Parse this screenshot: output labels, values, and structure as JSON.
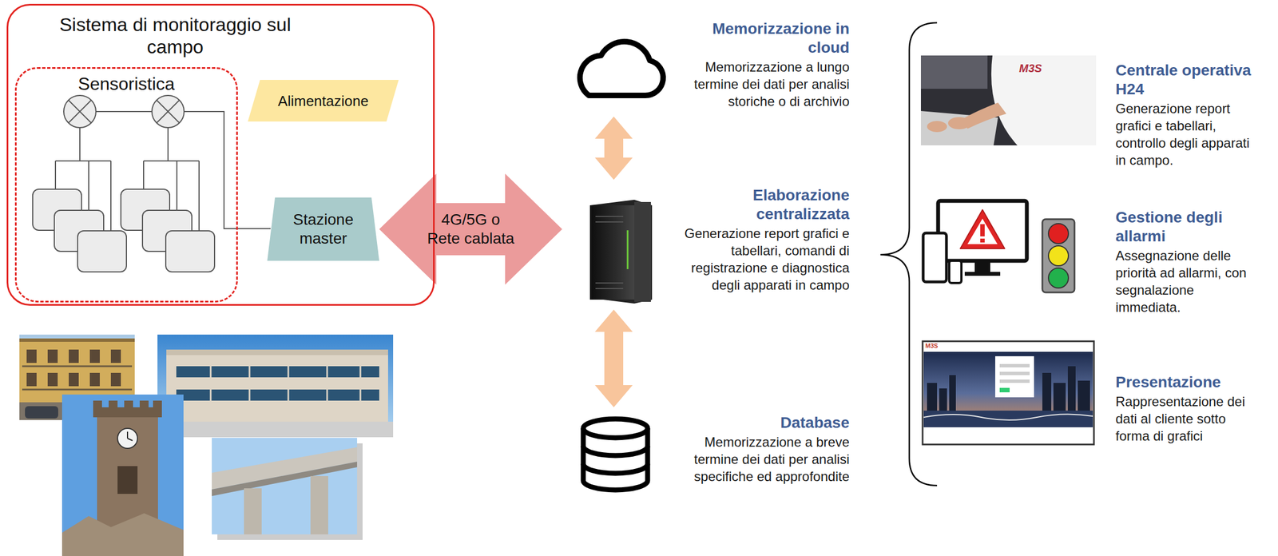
{
  "diagram": {
    "nodes": [
      {
        "text": [
          "Sistema di monitoraggio sul campo"
        ]
      },
      {
        "text": [
          "Sensoristica"
        ],
        "in": 0
      },
      {
        "text": [
          "Alimentazione"
        ],
        "in": 0
      },
      {
        "text": [
          "Stazione master"
        ],
        "in": 0
      },
      {
        "text": [
          "Memorizzazione in cloud",
          "Memorizzazione a lungo termine dei dati per analisi storiche o di archivio"
        ]
      },
      {
        "text": [
          "Elaborazione centralizzata",
          "Generazione report grafici e tabellari, comandi di registrazione e diagnostica degli apparati in campo"
        ]
      },
      {
        "text": [
          "Database",
          "Memorizzazione a breve termine dei dati per analisi specifiche ed approfondite"
        ]
      },
      {
        "text": [
          "Centrale operativa H24",
          "Generazione report grafici e tabellari, controllo degli apparati in campo."
        ]
      },
      {
        "text": [
          "Gestione degli allarmi",
          "Assegnazione delle priorità ad allarmi, con segnalazione immediata."
        ]
      },
      {
        "text": [
          "Presentazione",
          "Rappresentazione dei dati al cliente sotto forma di grafici"
        ]
      }
    ],
    "edges": [
      {
        "from": 3,
        "to": 5,
        "label": "4G/5G o Rete cablata",
        "arrow": "both"
      },
      {
        "from": 4,
        "to": 5,
        "arrow": "both"
      },
      {
        "from": 5,
        "to": 6,
        "arrow": "both"
      }
    ],
    "labels": [
      "M3S",
      "M3S"
    ]
  }
}
